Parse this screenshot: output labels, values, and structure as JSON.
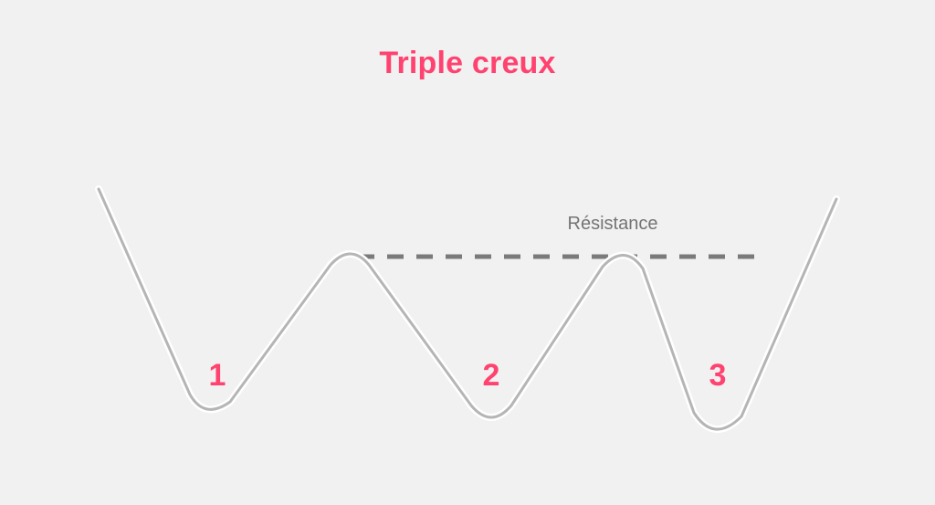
{
  "title": "Triple creux",
  "resistance_label": "Résistance",
  "troughs": [
    {
      "label": "1"
    },
    {
      "label": "2"
    },
    {
      "label": "3"
    }
  ],
  "colors": {
    "accent": "#ff4270",
    "line": "#b5b5b5",
    "line_outline": "#ffffff",
    "dashed": "#7a7a7a",
    "label_gray": "#747474",
    "background": "#f1f1f1"
  }
}
